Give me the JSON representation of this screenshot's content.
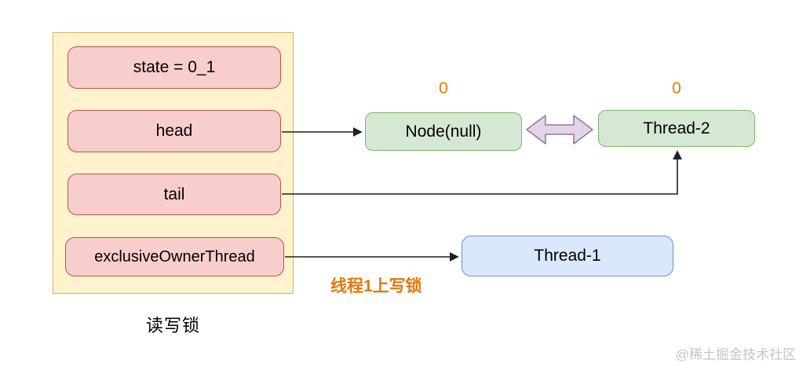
{
  "lock_object": {
    "caption": "读写锁",
    "fields": [
      {
        "label": "state = 0_1"
      },
      {
        "label": "head"
      },
      {
        "label": "tail"
      },
      {
        "label": "exclusiveOwnerThread"
      }
    ]
  },
  "wait_queue": {
    "head_node": {
      "label": "Node(null)",
      "waitstatus": "0"
    },
    "thread2_node": {
      "label": "Thread-2",
      "waitstatus": "0"
    }
  },
  "owner_thread": {
    "label": "Thread-1"
  },
  "annotation": {
    "label": "线程1上写锁"
  },
  "watermark": "@稀土掘金技术社区",
  "colors": {
    "container_fill": "#FFF2CC",
    "container_border": "#D6B656",
    "field_fill": "#F8CECC",
    "field_border": "#B85450",
    "node_fill": "#D5E8D4",
    "node_border": "#82B366",
    "owner_fill": "#DAE8FC",
    "owner_border": "#6C8EBF",
    "link_arrow_fill": "#E1D5E7",
    "link_arrow_border": "#9673A6",
    "accent_orange": "#E0790D",
    "connector_color": "#1F1F1F"
  }
}
